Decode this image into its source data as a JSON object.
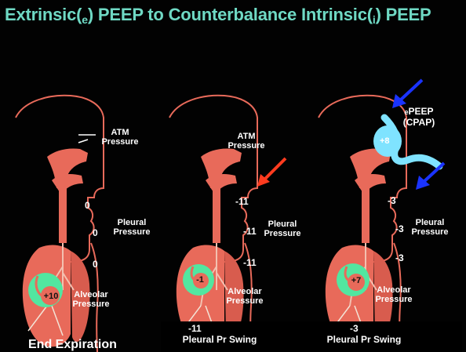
{
  "title": {
    "prefix": "Extrinsic(",
    "e": "e",
    "mid": ") PEEP to Counterbalance Intrinsic(",
    "i": "i",
    "suffix": ") PEEP"
  },
  "panels": [
    {
      "atm": "ATM Pressure",
      "pleural_values": [
        "0",
        "0",
        "0"
      ],
      "pleural_label": "Pleural Pressure",
      "alveolar_value": "+10",
      "alveolar_label": "Alveolar Pressure"
    },
    {
      "atm": "ATM Pressure",
      "pleural_values": [
        "-11",
        "-11",
        "-11"
      ],
      "pleural_label": "Pleural Pressure",
      "alveolar_value": "-1",
      "alveolar_label": "Alveolar Pressure",
      "swing_value": "-11",
      "swing_label": "Pleural Pr Swing"
    },
    {
      "peep_value": "+8",
      "peep_label_line1": "PEEP",
      "peep_label_line2": "(CPAP)",
      "peep_prefix": "e",
      "pleural_values": [
        "-3",
        "-3",
        "-3"
      ],
      "pleural_label": "Pleural Pressure",
      "alveolar_value": "+7",
      "alveolar_label": "Alveolar Pressure",
      "swing_value": "-3",
      "swing_label": "Pleural Pr Swing"
    }
  ],
  "footer": {
    "caption": "End Expiration"
  },
  "colors": {
    "title": "#6fd9c4",
    "body": "#e86a5a",
    "alveolus": "#52e6a0",
    "cpap": "#7fe3ff",
    "red_arrow": "#ff3b1f",
    "blue_arrow": "#1a33ff"
  }
}
